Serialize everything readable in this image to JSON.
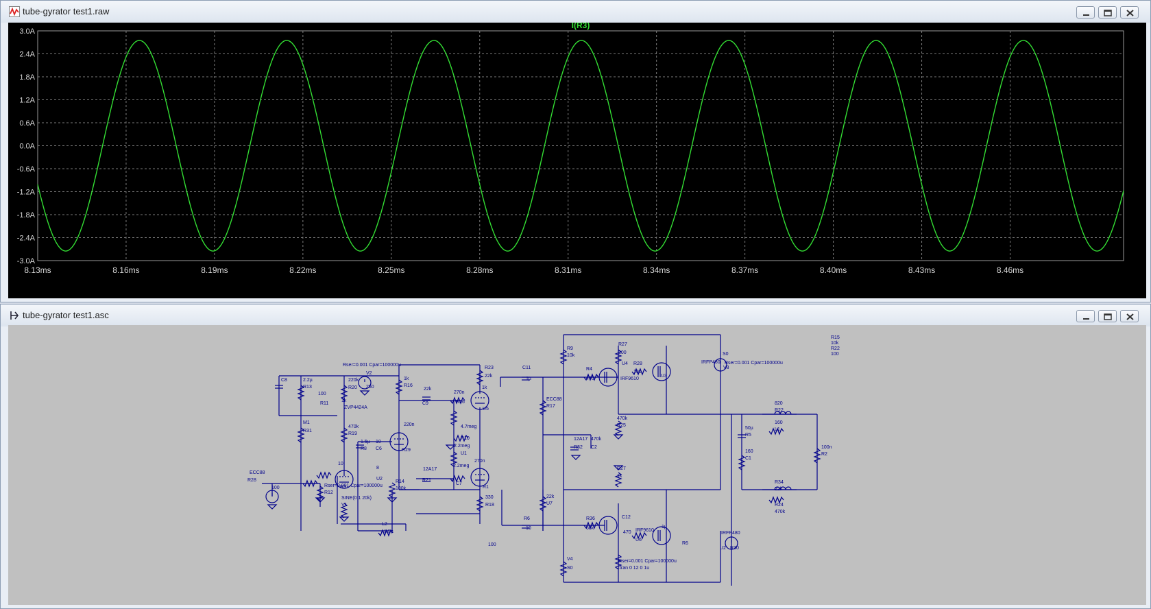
{
  "waveform_window": {
    "title": "tube-gyrator test1.raw",
    "trace_name": "I(R3)",
    "trace_color": "#33dd33",
    "plot_bg": "#000000",
    "grid_color": "#7a7a7a",
    "axis_label_color": "#d8d8d8",
    "controls": [
      "minimize",
      "restore",
      "close"
    ]
  },
  "chart_data": {
    "type": "line",
    "title": "I(R3)",
    "xlabel": "",
    "ylabel": "",
    "x_ticks": [
      "8.13ms",
      "8.16ms",
      "8.19ms",
      "8.22ms",
      "8.25ms",
      "8.28ms",
      "8.31ms",
      "8.34ms",
      "8.37ms",
      "8.40ms",
      "8.43ms",
      "8.46ms"
    ],
    "y_ticks": [
      "3.0A",
      "2.4A",
      "1.8A",
      "1.2A",
      "0.6A",
      "0.0A",
      "-0.6A",
      "-1.2A",
      "-1.8A",
      "-2.4A",
      "-3.0A"
    ],
    "xlim": [
      8.13,
      8.4985
    ],
    "ylim": [
      -3.0,
      3.0
    ],
    "x_unit": "ms",
    "y_unit": "A",
    "grid": true,
    "series": [
      {
        "name": "I(R3)",
        "amplitude": 2.75,
        "frequency_khz": 20,
        "first_peak_ms": 8.1645
      }
    ]
  },
  "schematic_window": {
    "title": "tube-gyrator test1.asc",
    "background": "#c0c0c0",
    "wire_color": "#00008b",
    "labels": [
      "Rser=0.001 Cpar=100000u",
      "V2",
      "250",
      "R23",
      "22k",
      "C11",
      "1µ",
      "R9",
      "10k",
      "R27",
      "100",
      "R4",
      "470",
      "U4",
      "R28",
      "100",
      "IRFP480",
      "IRF9610",
      "U3",
      "S0",
      "Rser=0.001 Cpar=100000u",
      "V3",
      "C8",
      "2.2µ",
      "R13",
      "220k",
      "R20",
      "1k",
      "R16",
      "22k",
      "C9",
      "270n",
      "R26",
      "1k",
      "U5",
      "ECC88",
      "R17",
      "470k",
      "R25",
      "100",
      "R11",
      "1k",
      "ZVP4424A",
      "M1",
      "R31",
      "470k",
      "R19",
      "4.7meg",
      "R10",
      "820",
      "R22",
      "160",
      "L1",
      "1.5µ",
      "R8",
      "10",
      "C6",
      "220n",
      "R29",
      "2.2meg",
      "U1",
      "12A17",
      "R32",
      "470k",
      "C2",
      "50µ",
      "R5",
      "160",
      "C1",
      "100n",
      "R2",
      "10",
      "R3",
      "8",
      "U2",
      "12A17",
      "R21",
      "2.2meg",
      "C7",
      "270n",
      "R27",
      "1k",
      "ECC88",
      "R28",
      "100",
      "Rser=0.001 Cpar=100000u",
      "R12",
      "SINE(0 1 20k)",
      "V1",
      "R14",
      "100k",
      "R1",
      "330",
      "R18",
      "22k",
      "U7",
      "R34",
      "22k",
      "R24",
      "470k",
      "L2",
      "1.5µ",
      "R6",
      "10",
      "R36",
      "68k",
      "C12",
      "1µ",
      "R6",
      "470",
      "IRF9610",
      "U6",
      "IRFP480",
      "U2",
      "R30",
      "100",
      "V4",
      "S0",
      "Rser=0.001 Cpar=100000u",
      ".tran 0 12 0 1u",
      "R15",
      "10k",
      "R22",
      "100"
    ]
  }
}
